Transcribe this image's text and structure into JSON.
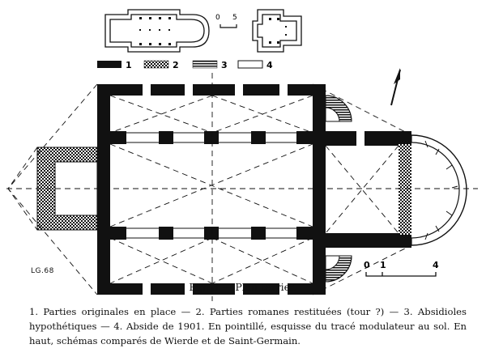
{
  "legend": {
    "items": [
      {
        "id": "1",
        "label": "1"
      },
      {
        "id": "2",
        "label": "2"
      },
      {
        "id": "3",
        "label": "3"
      },
      {
        "id": "4",
        "label": "4"
      }
    ]
  },
  "small_scale": {
    "start": "0",
    "end": "5"
  },
  "main_scale": {
    "start": "0",
    "mid": "1",
    "end": "4"
  },
  "signature": "LG.68",
  "caption": "Fig. 3 — Plan terrier.",
  "description": "1. Parties originales en place — 2. Parties romanes restituées (tour ?) — 3. Absidioles hypothétiques — 4. Abside de 1901. En pointillé, esquisse du tracé modulateur au sol. En haut, schémas comparés de Wierde et de Saint-Germain.",
  "colors": {
    "ink": "#111111",
    "hatch": "#555555",
    "paper": "#ffffff"
  }
}
